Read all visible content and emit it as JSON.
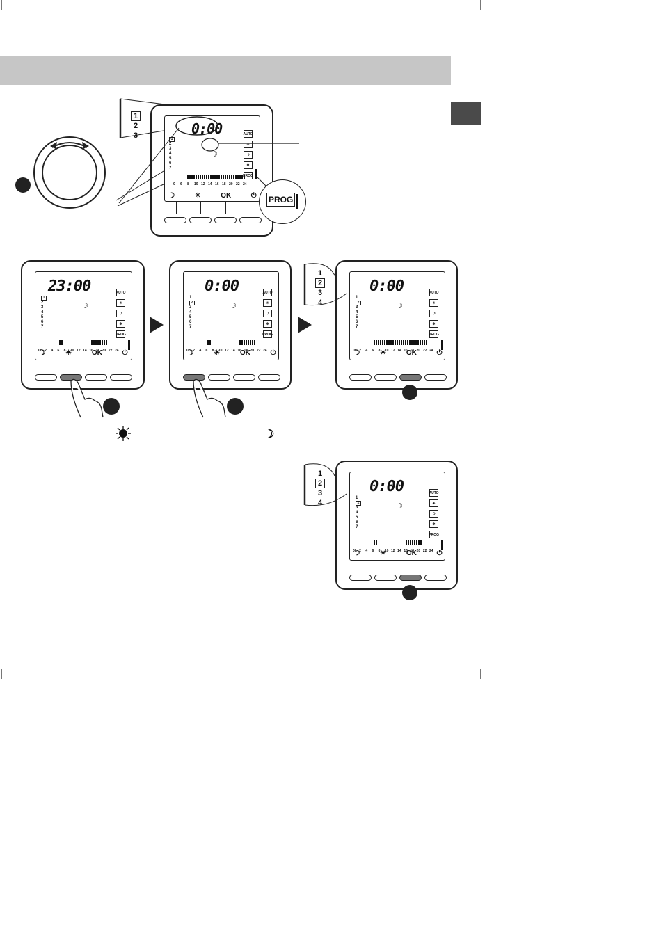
{
  "device": {
    "mode_icons": [
      "AUTO",
      "sun-icon",
      "moon-icon",
      "snowflake-icon",
      "PROG"
    ],
    "button_labels": [
      "moon-icon",
      "sun-icon",
      "OK",
      "power-icon"
    ],
    "ok_label": "OK",
    "prog_label": "PROG",
    "auto_label": "AUTO",
    "day_list": [
      "1",
      "2",
      "3",
      "4",
      "5",
      "6",
      "7"
    ],
    "hour_ticks": [
      "0h",
      "2",
      "4",
      "6",
      "8",
      "10",
      "12",
      "14",
      "16",
      "18",
      "20",
      "22",
      "24"
    ]
  },
  "fig_top": {
    "time": "0:00",
    "callout_days": [
      "1",
      "2",
      "3"
    ],
    "prog_callout": "PROG"
  },
  "fig_a": {
    "time": "23:00"
  },
  "fig_b": {
    "time": "0:00"
  },
  "fig_c": {
    "time": "0:00",
    "callout_days": [
      "1",
      "2",
      "3",
      "4"
    ]
  },
  "fig_d": {
    "time": "0:00",
    "callout_days": [
      "1",
      "2",
      "3",
      "4"
    ]
  },
  "colors": {
    "header_band": "#c6c6c6",
    "side_tab": "#4a4a4a",
    "pressed_button": "#777777"
  }
}
